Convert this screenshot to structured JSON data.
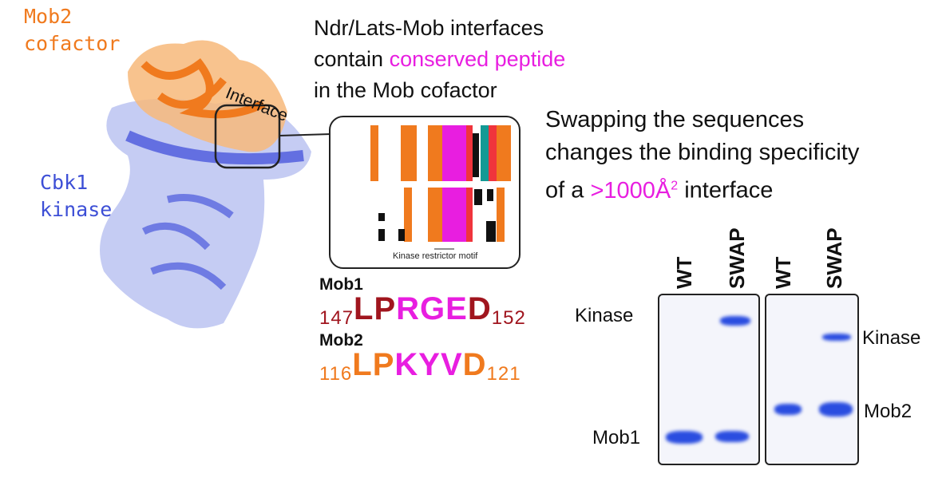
{
  "structure": {
    "cofactor_label": "Mob2\ncofactor",
    "cofactor_line1": "Mob2",
    "cofactor_line2": "cofactor",
    "kinase_line1": "Cbk1",
    "kinase_line2": "kinase",
    "interface_label": "Interface"
  },
  "headline": {
    "line1": "Ndr/Lats-Mob interfaces",
    "line2_prefix": "contain ",
    "line2_highlight": "conserved peptide",
    "line3": "in the Mob cofactor"
  },
  "alignment": {
    "caption": "Kinase restrictor motif"
  },
  "sequences": [
    {
      "name": "Mob1",
      "start": "147",
      "plain_prefix": "LP",
      "highlight": "RGE",
      "plain_suffix": "D",
      "end": "152",
      "color": "#a0151e"
    },
    {
      "name": "Mob2",
      "start": "116",
      "plain_prefix": "LP",
      "highlight": "KYV",
      "plain_suffix": "D",
      "end": "121",
      "color": "#f07a1e"
    }
  ],
  "swap_text": {
    "line1": "Swapping the sequences",
    "line2": "changes the binding specificity",
    "line3_prefix": "of a ",
    "line3_highlight": ">1000Å",
    "line3_sup": "2",
    "line3_suffix": " interface"
  },
  "gels": {
    "left": {
      "lanes": [
        "WT",
        "SWAP"
      ],
      "labels": {
        "kinase": "Kinase",
        "mob": "Mob1"
      }
    },
    "right": {
      "lanes": [
        "WT",
        "SWAP"
      ],
      "labels": {
        "kinase": "Kinase",
        "mob": "Mob2"
      }
    }
  },
  "colors": {
    "orange": "#f07a1e",
    "blue": "#3d4fd6",
    "magenta": "#e81ee0",
    "dark_red": "#a0151e"
  }
}
